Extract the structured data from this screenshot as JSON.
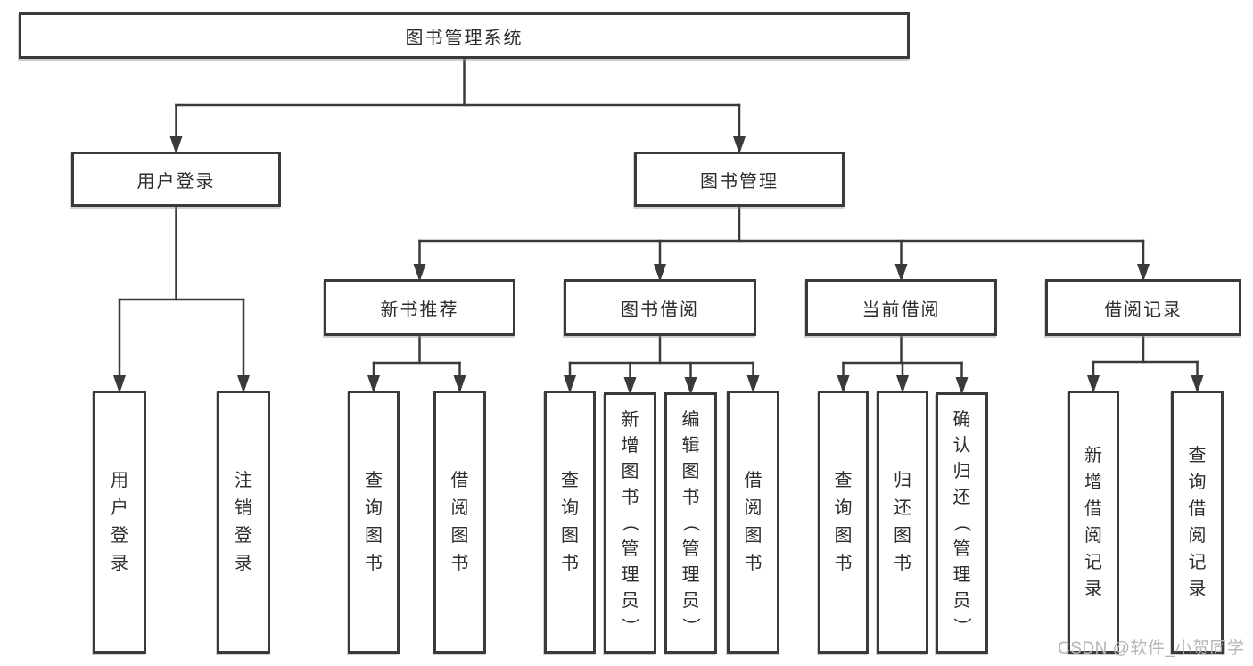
{
  "diagram_title": "图书管理系统",
  "nodes": [
    {
      "id": "root",
      "label": "图书管理系统",
      "vertical": false
    },
    {
      "id": "user-login",
      "label": "用户登录",
      "vertical": false
    },
    {
      "id": "book-mgmt",
      "label": "图书管理",
      "vertical": false
    },
    {
      "id": "new-book-rec",
      "label": "新书推荐",
      "vertical": false
    },
    {
      "id": "book-borrow",
      "label": "图书借阅",
      "vertical": false
    },
    {
      "id": "current-borrow",
      "label": "当前借阅",
      "vertical": false
    },
    {
      "id": "borrow-record",
      "label": "借阅记录",
      "vertical": false
    },
    {
      "id": "leaf-login",
      "label": "用户登录",
      "vertical": true
    },
    {
      "id": "leaf-logout",
      "label": "注销登录",
      "vertical": true
    },
    {
      "id": "leaf-nbr-query",
      "label": "查询图书",
      "vertical": true
    },
    {
      "id": "leaf-nbr-borrow",
      "label": "借阅图书",
      "vertical": true
    },
    {
      "id": "leaf-bb-query",
      "label": "查询图书",
      "vertical": true
    },
    {
      "id": "leaf-bb-add",
      "label": "新增图书（管理员）",
      "vertical": true
    },
    {
      "id": "leaf-bb-edit",
      "label": "编辑图书（管理员）",
      "vertical": true
    },
    {
      "id": "leaf-bb-borrow",
      "label": "借阅图书",
      "vertical": true
    },
    {
      "id": "leaf-cb-query",
      "label": "查询图书",
      "vertical": true
    },
    {
      "id": "leaf-cb-return",
      "label": "归还图书",
      "vertical": true
    },
    {
      "id": "leaf-cb-confirm",
      "label": "确认归还（管理员）",
      "vertical": true
    },
    {
      "id": "leaf-br-add",
      "label": "新增借阅记录",
      "vertical": true
    },
    {
      "id": "leaf-br-query",
      "label": "查询借阅记录",
      "vertical": true
    }
  ],
  "hierarchy": [
    {
      "parent": "root",
      "children": [
        "user-login",
        "book-mgmt"
      ]
    },
    {
      "parent": "user-login",
      "children": [
        "leaf-login",
        "leaf-logout"
      ]
    },
    {
      "parent": "book-mgmt",
      "children": [
        "new-book-rec",
        "book-borrow",
        "current-borrow",
        "borrow-record"
      ]
    },
    {
      "parent": "new-book-rec",
      "children": [
        "leaf-nbr-query",
        "leaf-nbr-borrow"
      ]
    },
    {
      "parent": "book-borrow",
      "children": [
        "leaf-bb-query",
        "leaf-bb-add",
        "leaf-bb-edit",
        "leaf-bb-borrow"
      ]
    },
    {
      "parent": "current-borrow",
      "children": [
        "leaf-cb-query",
        "leaf-cb-return",
        "leaf-cb-confirm"
      ]
    },
    {
      "parent": "borrow-record",
      "children": [
        "leaf-br-add",
        "leaf-br-query"
      ]
    }
  ],
  "watermark": {
    "text": "CSDN @软件_小贺同学"
  },
  "colors": {
    "line": "#3a3a3a",
    "box_border": "#3a3a3a",
    "text": "#2d2d2d",
    "watermark": "#b5b5b5",
    "background": "#ffffff"
  }
}
